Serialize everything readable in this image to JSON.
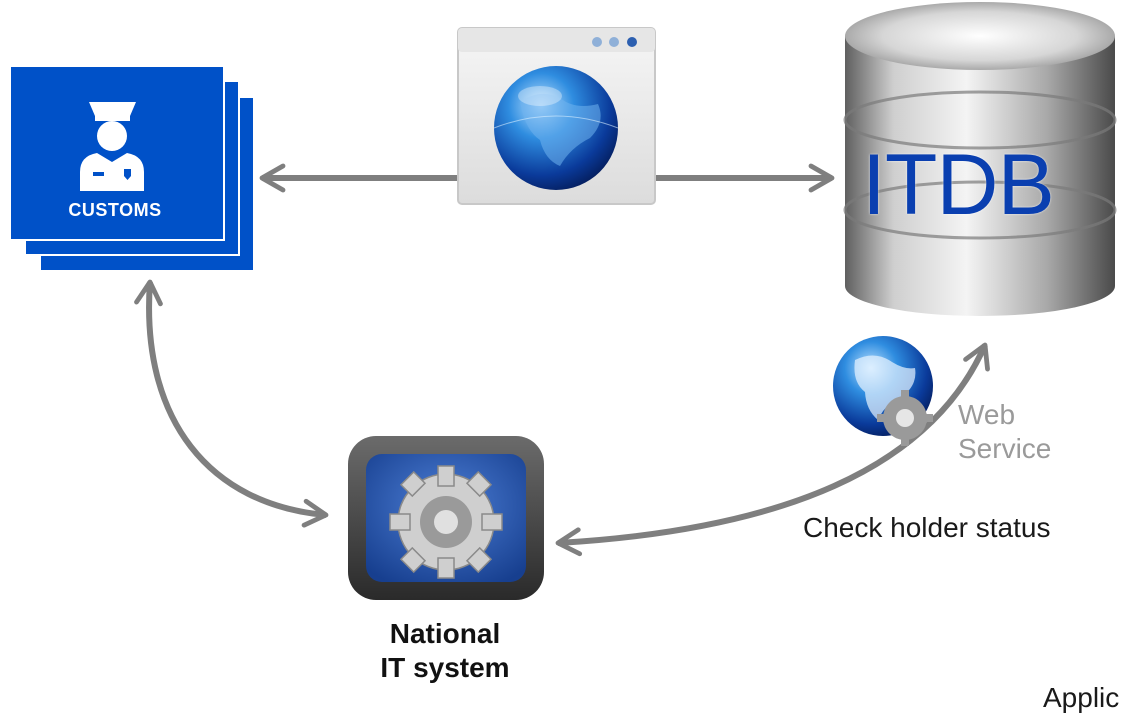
{
  "customs": {
    "label": "CUSTOMS",
    "icon": "customs-officer-icon",
    "color": "#0051c8"
  },
  "browser": {
    "icon": "globe-icon"
  },
  "itdb": {
    "label": "ITDB",
    "icon": "database-icon",
    "label_color": "#0a3fb0"
  },
  "web_service": {
    "line1": "Web",
    "line2": "Service",
    "icon": "globe-gear-icon"
  },
  "check_status": "Check holder status",
  "national": {
    "line1": "National",
    "line2": "IT system",
    "icon": "gear-app-icon"
  },
  "cut_text": "Applic",
  "arrow_color": "#7f7f7f"
}
